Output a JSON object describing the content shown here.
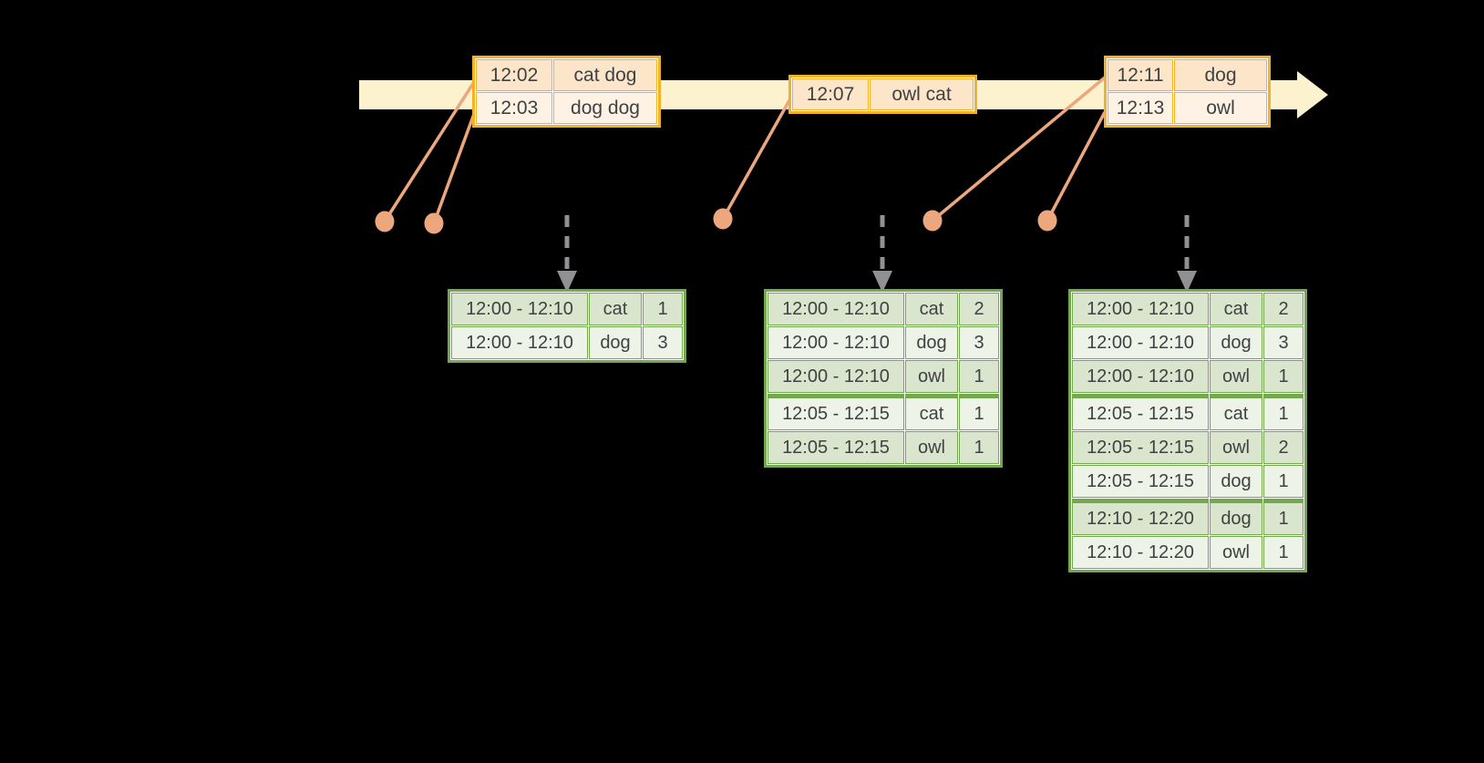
{
  "colors": {
    "background": "#000000",
    "timeline_band": "#FDF2CE",
    "event_border": "#F2B127",
    "event_row_dark": "#FCE5C8",
    "event_row_light": "#FDF2E4",
    "result_border": "#72A94E",
    "result_row_dark": "#D9E5CC",
    "result_row_light": "#EEF3E8",
    "marker_salmon": "#ECA77D",
    "arrow_gray": "#8F9194",
    "text": "#3F4143"
  },
  "event_tables": [
    {
      "rows": [
        {
          "time": "12:02",
          "words": "cat dog"
        },
        {
          "time": "12:03",
          "words": "dog dog"
        }
      ]
    },
    {
      "rows": [
        {
          "time": "12:07",
          "words": "owl cat"
        }
      ]
    },
    {
      "rows": [
        {
          "time": "12:11",
          "words": "dog"
        },
        {
          "time": "12:13",
          "words": "owl"
        }
      ]
    }
  ],
  "result_tables": [
    {
      "rows": [
        {
          "window": "12:00 - 12:10",
          "word": "cat",
          "count": "1"
        },
        {
          "window": "12:00 - 12:10",
          "word": "dog",
          "count": "3"
        }
      ]
    },
    {
      "rows": [
        {
          "window": "12:00 - 12:10",
          "word": "cat",
          "count": "2"
        },
        {
          "window": "12:00 - 12:10",
          "word": "dog",
          "count": "3"
        },
        {
          "window": "12:00 - 12:10",
          "word": "owl",
          "count": "1"
        },
        {
          "window": "12:05 - 12:15",
          "word": "cat",
          "count": "1"
        },
        {
          "window": "12:05 - 12:15",
          "word": "owl",
          "count": "1"
        }
      ]
    },
    {
      "rows": [
        {
          "window": "12:00 - 12:10",
          "word": "cat",
          "count": "2"
        },
        {
          "window": "12:00 - 12:10",
          "word": "dog",
          "count": "3"
        },
        {
          "window": "12:00 - 12:10",
          "word": "owl",
          "count": "1"
        },
        {
          "window": "12:05 - 12:15",
          "word": "cat",
          "count": "1"
        },
        {
          "window": "12:05 - 12:15",
          "word": "owl",
          "count": "2"
        },
        {
          "window": "12:05 - 12:15",
          "word": "dog",
          "count": "1"
        },
        {
          "window": "12:10 - 12:20",
          "word": "dog",
          "count": "1"
        },
        {
          "window": "12:10 - 12:20",
          "word": "owl",
          "count": "1"
        }
      ]
    }
  ]
}
